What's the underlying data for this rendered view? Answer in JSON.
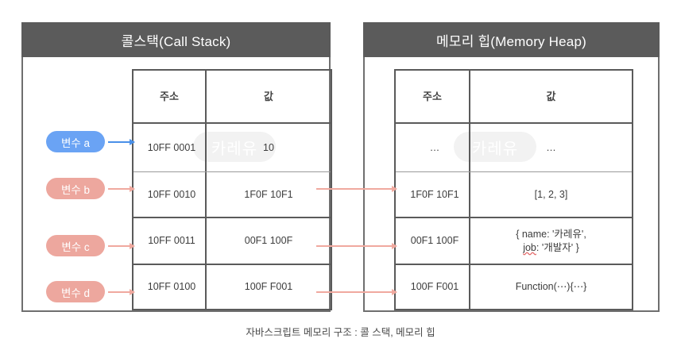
{
  "caption": "자바스크립트 메모리 구조 : 콜 스택, 메모리 힙",
  "watermark": {
    "text": "카레유"
  },
  "colors": {
    "header_bg": "#5b5b5b",
    "border": "#5a5a5a",
    "pill_blue": "#6aa3f4",
    "pill_pink": "#eda79e",
    "arrow_blue": "#4a90e8",
    "arrow_pink": "#f0a99f",
    "text": "#3d3d3d",
    "watermark": "#f2f2f2"
  },
  "call_stack": {
    "title": "콜스택(Call Stack)",
    "columns": [
      "주소",
      "값"
    ],
    "rows": [
      {
        "address": "10FF 0001",
        "value": "10",
        "pill": "변수 a",
        "pill_color": "blue"
      },
      {
        "address": "10FF 0010",
        "value": "1F0F 10F1",
        "pill": "변수 b",
        "pill_color": "pink"
      },
      {
        "address": "10FF 0011",
        "value": "00F1 100F",
        "pill": "변수 c",
        "pill_color": "pink"
      },
      {
        "address": "10FF 0100",
        "value": "100F F001",
        "pill": "변수 d",
        "pill_color": "pink"
      }
    ]
  },
  "memory_heap": {
    "title": "메모리 힙(Memory Heap)",
    "columns": [
      "주소",
      "값"
    ],
    "rows": [
      {
        "address": "…",
        "value": "…"
      },
      {
        "address": "1F0F 10F1",
        "value": "[1, 2, 3]"
      },
      {
        "address": "00F1 100F",
        "value_line1": "{ name: '카레유',",
        "value_line2_a": "job",
        "value_line2_b": ": '개발자' }"
      },
      {
        "address": "100F F001",
        "value": "Function(⋯){⋯}"
      }
    ]
  },
  "links": [
    {
      "from": "10FF 0010",
      "to": "1F0F 10F1"
    },
    {
      "from": "10FF 0011",
      "to": "00F1 100F"
    },
    {
      "from": "10FF 0100",
      "to": "100F F001"
    }
  ]
}
